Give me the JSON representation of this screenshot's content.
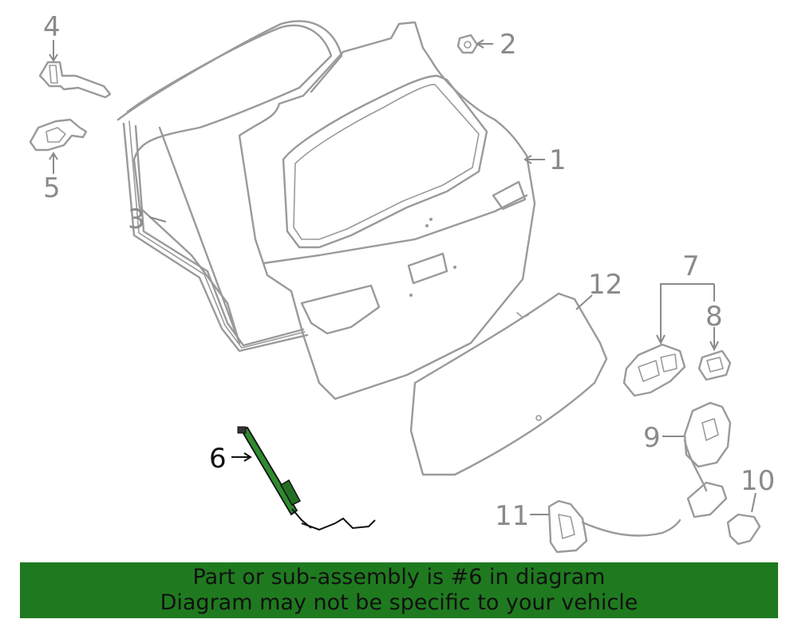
{
  "callouts": [
    {
      "id": "1",
      "label": "1"
    },
    {
      "id": "2",
      "label": "2"
    },
    {
      "id": "3",
      "label": "3"
    },
    {
      "id": "4",
      "label": "4"
    },
    {
      "id": "5",
      "label": "5"
    },
    {
      "id": "6",
      "label": "6"
    },
    {
      "id": "7",
      "label": "7"
    },
    {
      "id": "8",
      "label": "8"
    },
    {
      "id": "9",
      "label": "9"
    },
    {
      "id": "10",
      "label": "10"
    },
    {
      "id": "11",
      "label": "11"
    },
    {
      "id": "12",
      "label": "12"
    }
  ],
  "highlight_part": "6",
  "colors": {
    "highlight_part": "#2e8b2e",
    "banner": "#1f7a1f",
    "line_art": "#9a9a9a"
  },
  "banner": {
    "line1": "Part or sub-assembly is #6 in diagram",
    "line2": "Diagram may not be specific to your vehicle"
  }
}
